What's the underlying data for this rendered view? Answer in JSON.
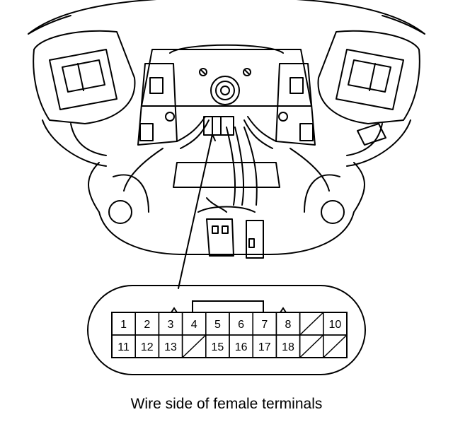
{
  "caption": "Wire side of female terminals",
  "connector": {
    "rows": [
      [
        "1",
        "2",
        "3",
        "4",
        "5",
        "6",
        "7",
        "8",
        "",
        "10"
      ],
      [
        "11",
        "12",
        "13",
        "",
        "15",
        "16",
        "17",
        "18",
        "",
        ""
      ]
    ],
    "empty_cells": [
      [
        0,
        8
      ],
      [
        1,
        3
      ],
      [
        1,
        8
      ],
      [
        1,
        9
      ]
    ]
  }
}
